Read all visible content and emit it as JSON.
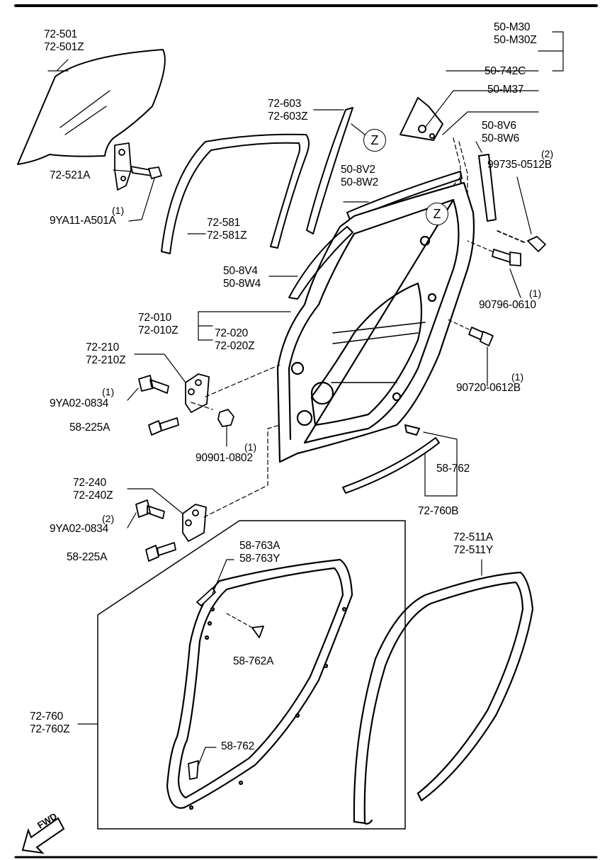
{
  "labels": {
    "l_72_501": "72-501",
    "l_72_501z": "72-501Z",
    "l_72_521a": "72-521A",
    "l_9ya11_qty": "(1)",
    "l_9ya11": "9YA11-A501A",
    "l_72_581": "72-581",
    "l_72_581z": "72-581Z",
    "l_72_603": "72-603",
    "l_72_603z": "72-603Z",
    "l_z1": "Z",
    "l_z2": "Z",
    "l_50_m30": "50-M30",
    "l_50_m30z": "50-M30Z",
    "l_50_742c": "50-742C",
    "l_50_m37": "50-M37",
    "l_50_8v6": "50-8V6",
    "l_50_8w6": "50-8W6",
    "l_99735_qty": "(2)",
    "l_99735": "99735-0512B",
    "l_50_8v2": "50-8V2",
    "l_50_8w2": "50-8W2",
    "l_50_8v4": "50-8V4",
    "l_50_8w4": "50-8W4",
    "l_90796_qty": "(1)",
    "l_90796": "90796-0610",
    "l_72_010": "72-010",
    "l_72_010z": "72-010Z",
    "l_72_020": "72-020",
    "l_72_020z": "72-020Z",
    "l_72_210": "72-210",
    "l_72_210z": "72-210Z",
    "l_90720_qty": "(1)",
    "l_90720": "90720-0612B",
    "l_9ya02a_qty": "(1)",
    "l_9ya02a": "9YA02-0834",
    "l_58_225a_1": "58-225A",
    "l_90901_qty": "(1)",
    "l_90901": "90901-0802",
    "l_58_762_top": "58-762",
    "l_72_760b": "72-760B",
    "l_72_240": "72-240",
    "l_72_240z": "72-240Z",
    "l_9ya02b_qty": "(2)",
    "l_9ya02b": "9YA02-0834",
    "l_58_225a_2": "58-225A",
    "l_58_763a": "58-763A",
    "l_58_763y": "58-763Y",
    "l_58_762a": "58-762A",
    "l_72_511a": "72-511A",
    "l_72_511y": "72-511Y",
    "l_72_760": "72-760",
    "l_72_760z": "72-760Z",
    "l_58_762_bot": "58-762",
    "fwd": "FWD"
  }
}
